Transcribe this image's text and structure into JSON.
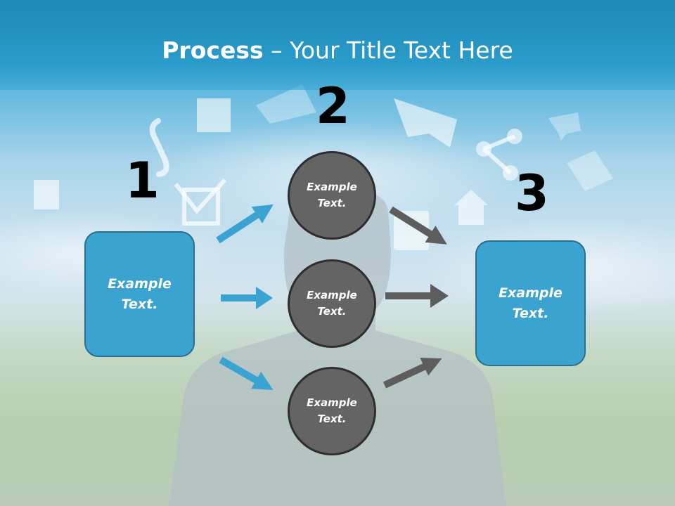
{
  "title": {
    "bold": "Process",
    "rest": " – Your Title Text Here"
  },
  "steps": [
    {
      "number": "1",
      "box_text": [
        "Example",
        "Text."
      ]
    },
    {
      "number": "2",
      "circles": [
        [
          "Example",
          "Text."
        ],
        [
          "Example",
          "Text."
        ],
        [
          "Example",
          "Text."
        ]
      ]
    },
    {
      "number": "3",
      "box_text": [
        "Example",
        "Text."
      ]
    }
  ],
  "colors": {
    "blue": "#3ba3cf",
    "blue_arrow": "#3aa3d1",
    "gray": "#646464",
    "gray_arrow": "#5d5d5d",
    "title_band": "#2a9bca"
  },
  "background_icons": [
    "phone-icon",
    "puzzle-icon",
    "checkbox-icon",
    "envelope-icon",
    "chat-icon",
    "share-icon",
    "home-icon",
    "folder-icon"
  ]
}
